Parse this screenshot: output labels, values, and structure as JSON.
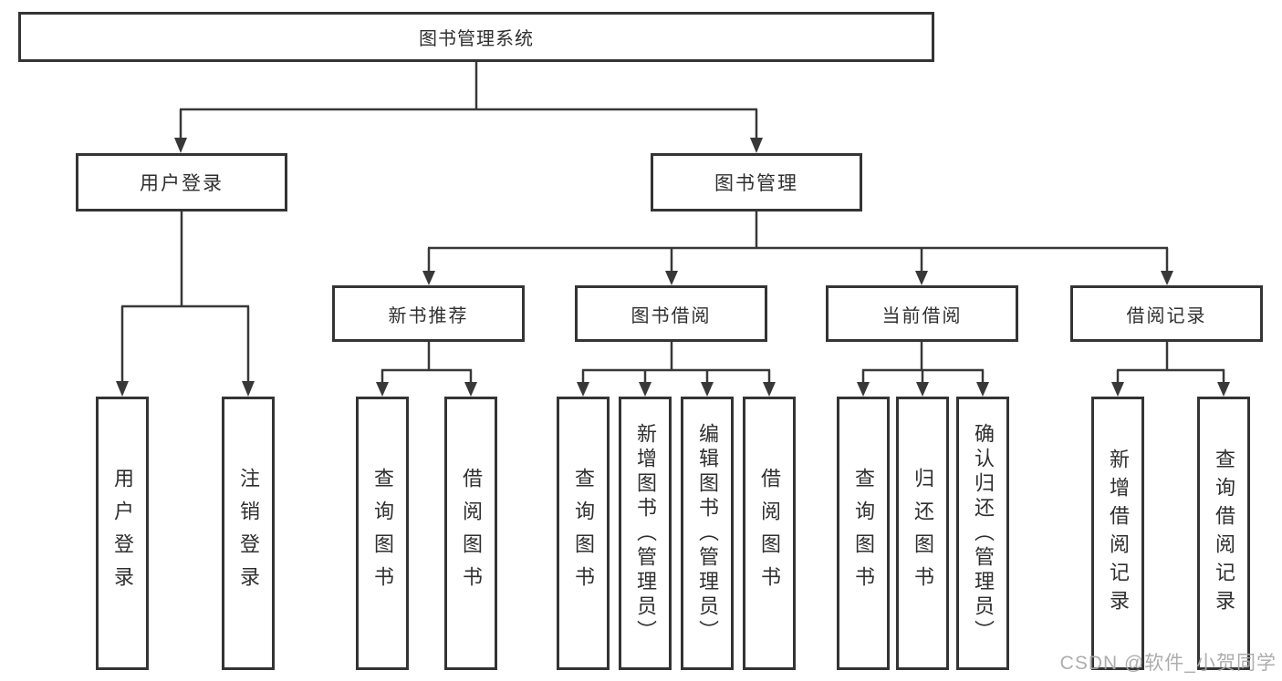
{
  "diagram": {
    "root": {
      "label": "图书管理系统"
    },
    "level2": [
      {
        "label": "用户登录"
      },
      {
        "label": "图书管理"
      }
    ],
    "level3": [
      {
        "label": "新书推荐"
      },
      {
        "label": "图书借阅"
      },
      {
        "label": "当前借阅"
      },
      {
        "label": "借阅记录"
      }
    ],
    "leaves": {
      "user_login": [
        "用户登录",
        "注销登录"
      ],
      "new_book": [
        "查询图书",
        "借阅图书"
      ],
      "book_borrow": [
        "查询图书",
        "新增图书（管理员）",
        "编辑图书（管理员）",
        "借阅图书"
      ],
      "current_borrow": [
        "查询图书",
        "归还图书",
        "确认归还（管理员）"
      ],
      "borrow_records": [
        "新增借阅记录",
        "查询借阅记录"
      ]
    },
    "watermark": "CSDN @软件_小贺同学",
    "colors": {
      "line": "#383838",
      "border": "#343434",
      "text": "#2f2f2f",
      "watermark": "#a9a9a9",
      "background": "#ffffff"
    }
  }
}
